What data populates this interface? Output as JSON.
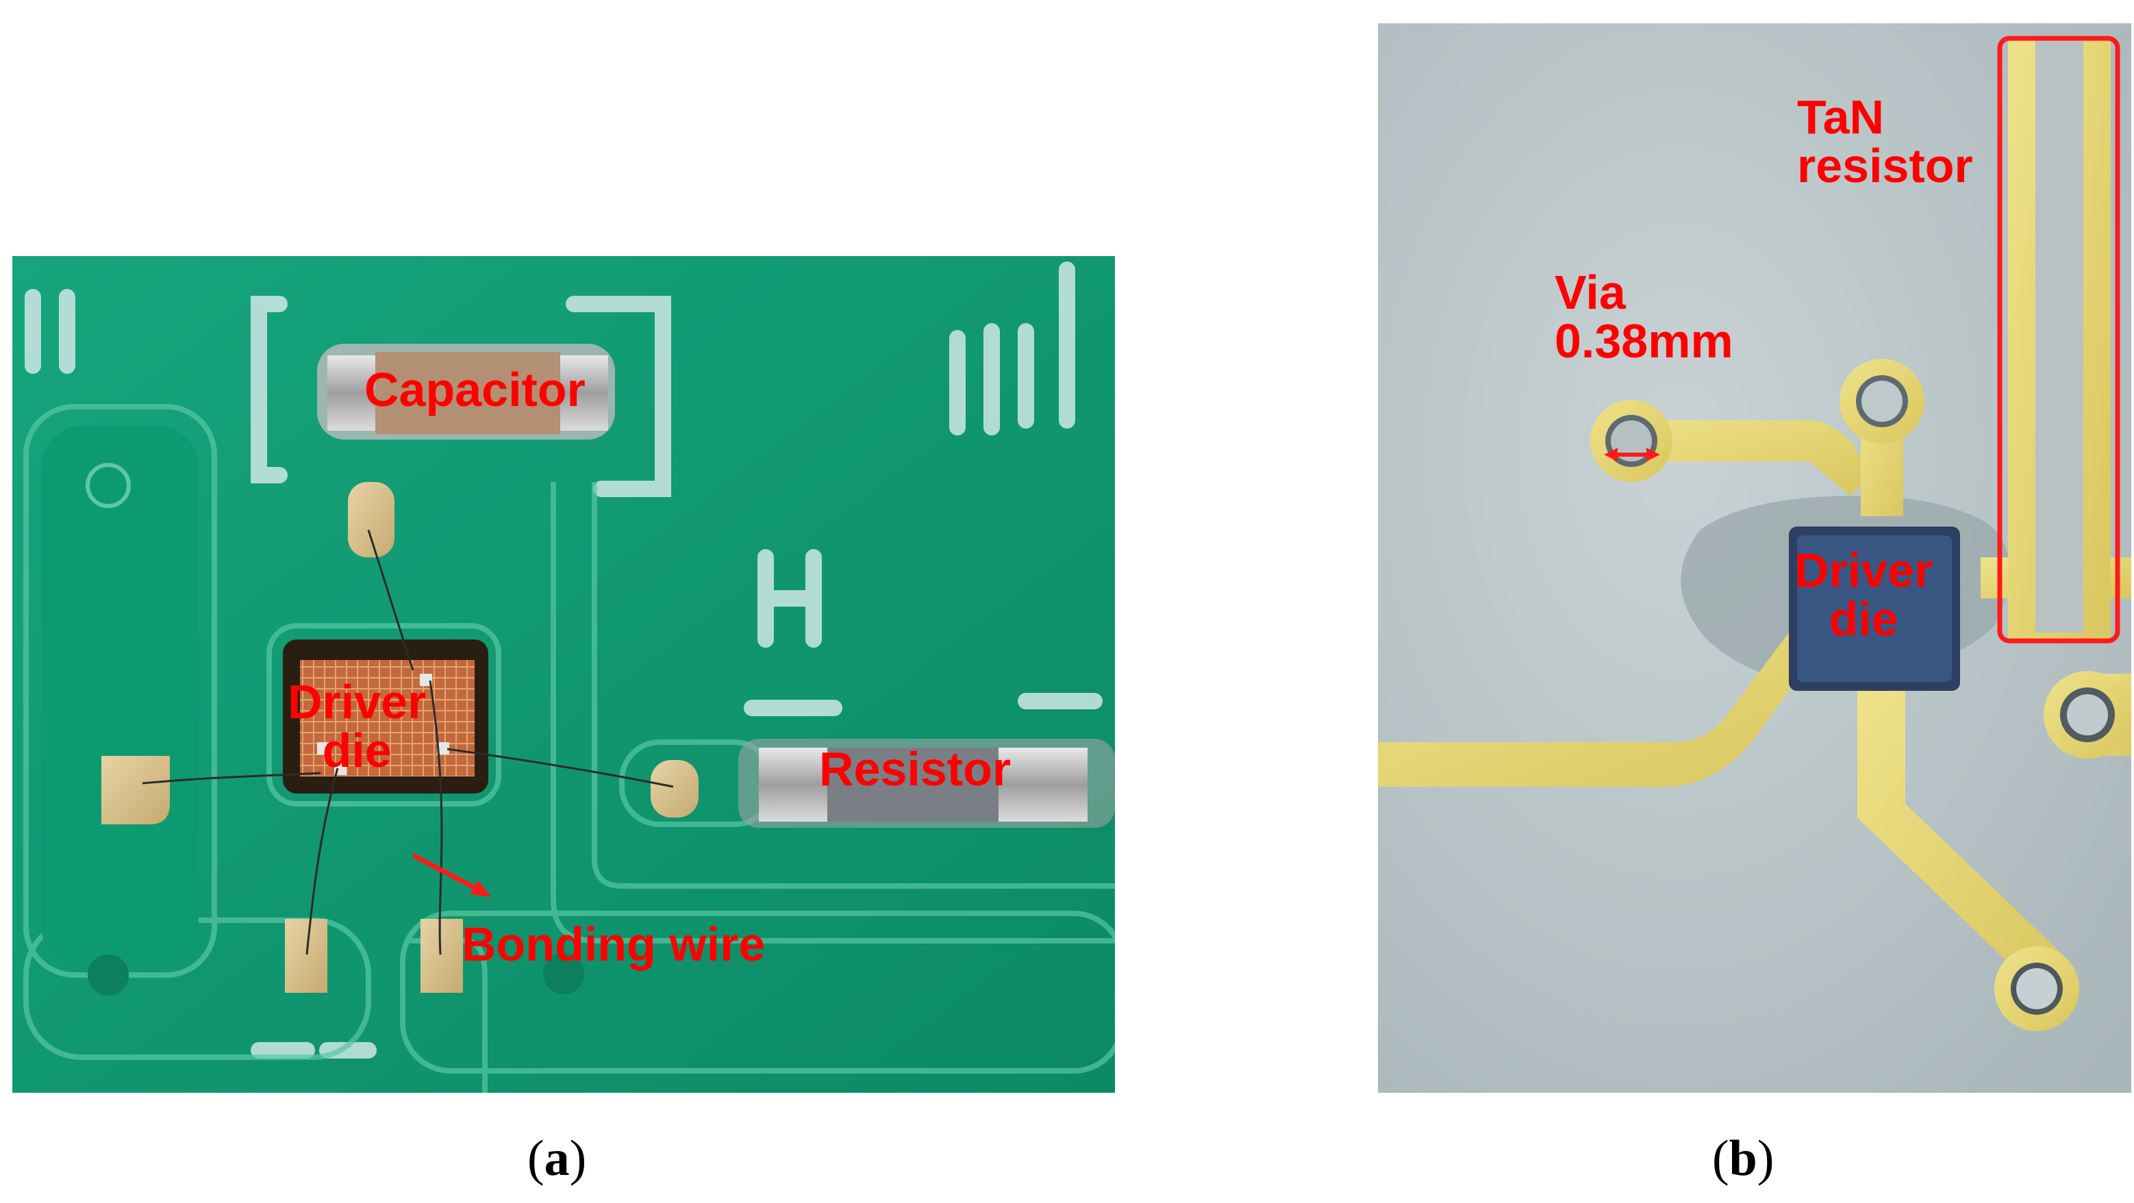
{
  "panel_a": {
    "labels": {
      "capacitor": "Capacitor",
      "driver_die": "Driver\ndie",
      "resistor": "Resistor",
      "bonding_wire": "Bonding wire"
    },
    "caption_letter": "a",
    "colors": {
      "board": "#0f9a72",
      "pad": "#d9bf8a",
      "label": "#ff0000"
    }
  },
  "panel_b": {
    "labels": {
      "tan_resistor": "TaN\nresistor",
      "via": "Via\n0.38mm",
      "driver_die": "Driver\ndie"
    },
    "caption_letter": "b",
    "colors": {
      "substrate": "#b9c6c8",
      "trace": "#e8d778",
      "label": "#ff0000"
    }
  }
}
